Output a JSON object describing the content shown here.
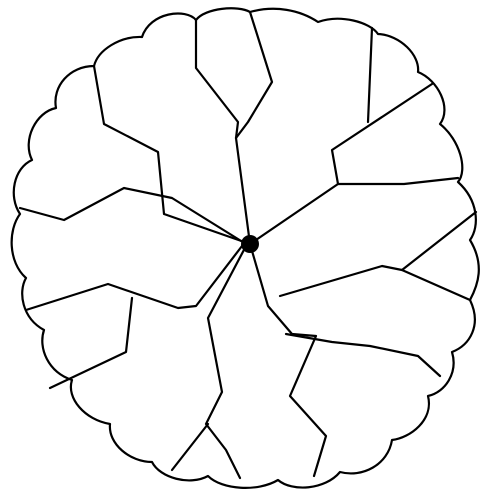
{
  "figure": {
    "kind": "line drawing",
    "description_visible_text": "",
    "colors": {
      "background": "#ffffff",
      "line": "#000000",
      "center_dot": "#000000"
    },
    "pieces": [
      "piece-top",
      "piece-top-right",
      "piece-right",
      "piece-lower-right",
      "piece-bottom",
      "piece-lower-left",
      "piece-left",
      "piece-upper-left"
    ],
    "center_marker": "center-dot"
  }
}
